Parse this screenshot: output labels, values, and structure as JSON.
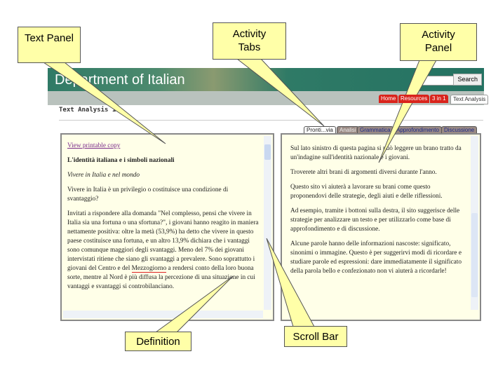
{
  "header": {
    "title": "Department of Italian",
    "search_label": "Search",
    "search_value": ""
  },
  "nav_tabs": [
    "Home",
    "Resources",
    "3 in 1",
    "Text Analysis"
  ],
  "page_title": "Text Analysis 1",
  "activity_tabs": [
    "Pronti...via",
    "Analisi",
    "Grammatica",
    "Approfondimento",
    "Discussione"
  ],
  "text_panel": {
    "link": "View printable copy",
    "heading": "L'identità italiana e i simboli nazionali",
    "subheading": "Vivere in Italia e nel mondo",
    "p1": "Vivere in Italia è un privilegio o costituisce una condizione di svantaggio?",
    "p2a": "Invitati a rispondere alla domanda \"Nel complesso, pensi che vivere in Italia sia una fortuna o una sfortuna?\", i giovani hanno reagito in maniera nettamente positiva: oltre la metà (53,9%) ha detto che vivere in questo paese costituisce una fortuna, e un altro 13,9% dichiara che i vantaggi sono comunque maggiori degli svantaggi. Meno del 7% dei giovani intervistati ritiene che siano gli svantaggi a prevalere. Sono soprattutto i giovani del Centro e del ",
    "definition_word": "Mezzogiorno",
    "p2b": " a rendersi conto della loro buona sorte, mentre al Nord è più diffusa la percezione di una situazione in cui vantaggi e svantaggi si controbilanciano."
  },
  "activity_panel": [
    "Sul lato sinistro di questa pagina si può leggere un brano tratto da un'indagine sull'identità nazionale e i giovani.",
    "Troverete altri brani di argomenti diversi durante l'anno.",
    "Questo sito vi aiuterà a lavorare su brani come questo proponendovi delle strategie, degli aiuti e delle riflessioni.",
    "Ad esempio, tramite i bottoni sulla destra, il sito suggerisce delle strategie per analizzare un testo e per utilizzarlo come base di approfondimento e di discussione.",
    "Alcune parole hanno delle informazioni nascoste: significato, sinonimi o immagine. Questo è per suggerirvi modi di ricordare e studiare parole ed espressioni: dare immediatamente il significato della parola bello e confezionato non vi aiuterà a ricordarle!"
  ],
  "callouts": {
    "text_panel": "Text Panel",
    "activity_tabs": "Activity Tabs",
    "activity_panel": "Activity Panel",
    "definition": "Definition",
    "scroll_bar": "Scroll Bar"
  }
}
